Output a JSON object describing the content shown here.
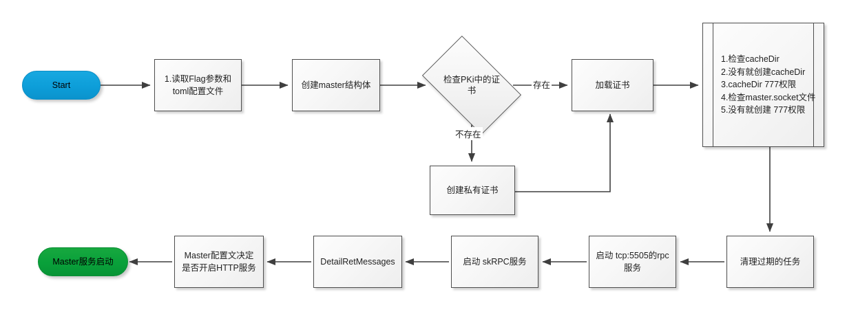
{
  "diagram": {
    "title": "Master service startup flowchart",
    "colors": {
      "start_fill": "#0d9ed9",
      "end_fill": "#09a03a",
      "node_fill": "#f5f5f5",
      "node_stroke": "#4d4d4d",
      "edge_stroke": "#3f3f3f",
      "canvas": "#ffffff"
    },
    "nodes": {
      "start": {
        "label": "Start",
        "shape": "terminator"
      },
      "read_flag": {
        "label": "1.读取Flag参数和\ntoml配置文件",
        "shape": "process"
      },
      "create_master": {
        "label": "创建master结构体",
        "shape": "process"
      },
      "check_pki": {
        "label": "检查PKi中的证\n书",
        "shape": "decision"
      },
      "load_cert": {
        "label": "加载证书",
        "shape": "process"
      },
      "create_private_cert": {
        "label": "创建私有证书",
        "shape": "process"
      },
      "cache_dir_steps": {
        "label": "1.检查cacheDir\n2.没有就创建cacheDir\n3.cacheDir 777权限\n4.检查master.socket文件\n5.没有就创建 777权限",
        "shape": "predefined-process",
        "lines": [
          "1.检查cacheDir",
          "2.没有就创建cacheDir",
          "3.cacheDir 777权限",
          "4.检查master.socket文件",
          "5.没有就创建 777权限"
        ]
      },
      "clean_expired": {
        "label": "清理过期的任务",
        "shape": "process"
      },
      "start_rpc": {
        "label": "启动 tcp:5505的rpc\n服务",
        "shape": "process"
      },
      "start_skrpc": {
        "label": "启动 skRPC服务",
        "shape": "process"
      },
      "detail_ret": {
        "label": "DetailRetMessages",
        "shape": "process"
      },
      "master_http": {
        "label": "Master配置文决定\n是否开启HTTP服务",
        "shape": "process"
      },
      "master_started": {
        "label": "Master服务启动",
        "shape": "terminator"
      }
    },
    "edge_labels": {
      "exists": "存在",
      "not_exists": "不存在"
    }
  }
}
